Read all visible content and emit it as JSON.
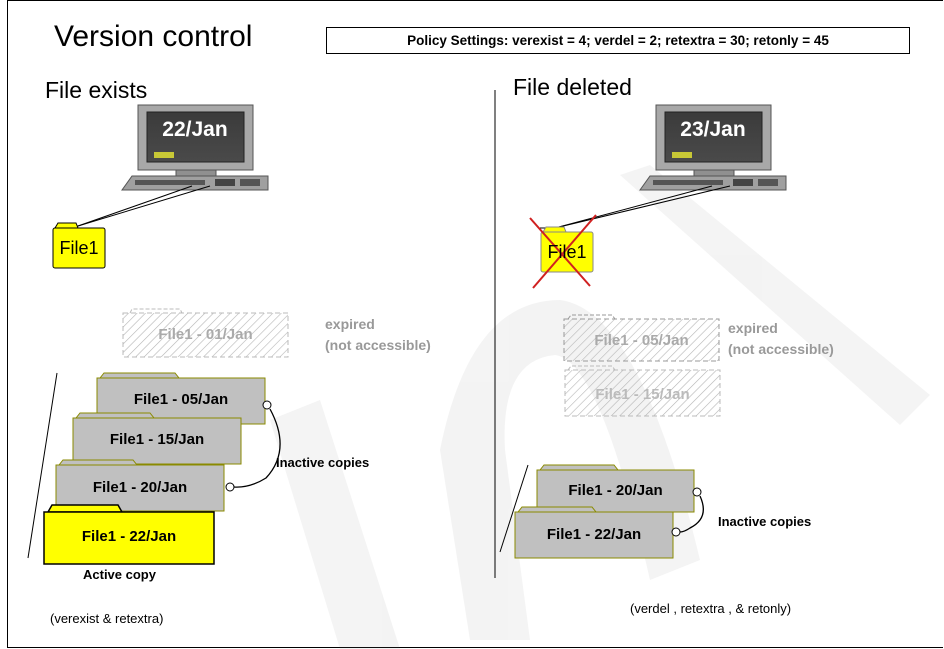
{
  "title": "Version control",
  "policy": "Policy Settings: verexist = 4; verdel = 2; retextra = 30; retonly = 45",
  "left": {
    "heading": "File exists",
    "date": "22/Jan",
    "file": "File1",
    "expired_label": "File1 - 01/Jan",
    "expired_note_1": "expired",
    "expired_note_2": "(not accessible)",
    "inactive": [
      "File1 - 05/Jan",
      "File1 - 15/Jan",
      "File1 - 20/Jan"
    ],
    "active": "File1 - 22/Jan",
    "inactive_caption": "Inactive copies",
    "active_caption": "Active copy",
    "footer": "(verexist & retextra)"
  },
  "right": {
    "heading": "File deleted",
    "date": "23/Jan",
    "file": "File1",
    "expired": [
      "File1 - 05/Jan",
      "File1 - 15/Jan"
    ],
    "expired_note_1": "expired",
    "expired_note_2": "(not accessible)",
    "inactive": [
      "File1 - 20/Jan",
      "File1 - 22/Jan"
    ],
    "inactive_caption": "Inactive copies",
    "footer": "(verdel , retextra , & retonly)"
  },
  "colors": {
    "active": "#ffff00",
    "inactive": "#c0c0c0",
    "expired": "#9a9a9a",
    "folder_edge": "#8a8a00"
  }
}
